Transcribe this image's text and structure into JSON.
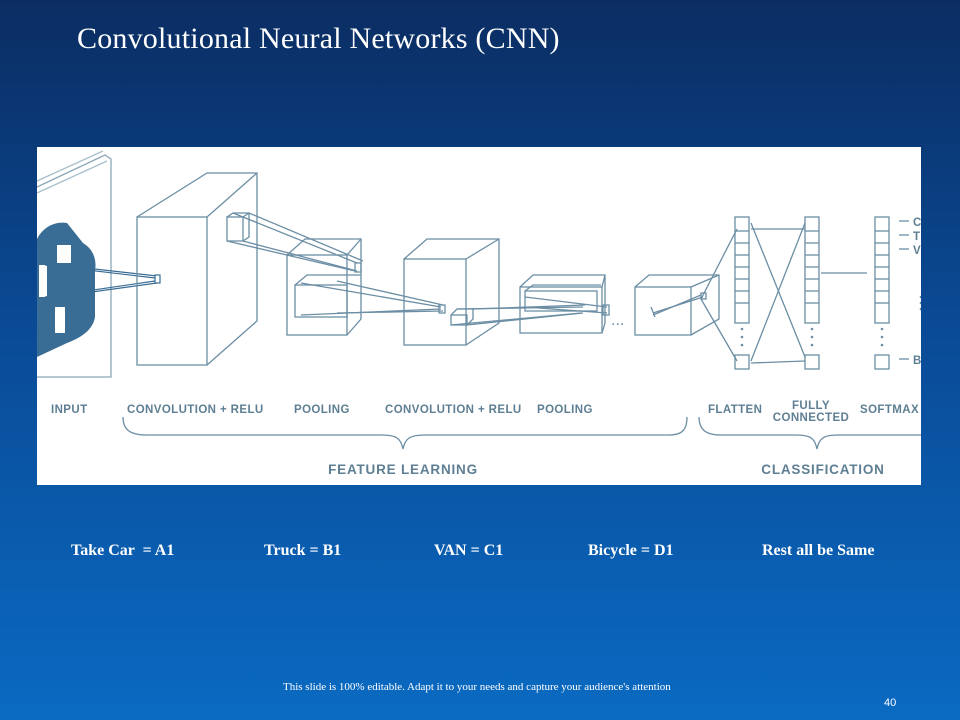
{
  "slide": {
    "title": "Convolutional Neural Networks (CNN)",
    "footer_note": "This slide is 100% editable. Adapt it to your needs and capture your audience's attention",
    "page_number": "40"
  },
  "diagram": {
    "stage_labels": {
      "input": "INPUT",
      "conv1": "CONVOLUTION + RELU",
      "pool1": "POOLING",
      "conv2": "CONVOLUTION + RELU",
      "pool2": "POOLING",
      "flatten": "FLATTEN",
      "fully_line1": "FULLY",
      "fully_line2": "CONNECTED",
      "softmax": "SOFTMAX"
    },
    "group_labels": {
      "feature_learning": "FEATURE LEARNING",
      "classification": "CLASSIFICATION"
    },
    "output_labels": [
      "C",
      "T",
      "V",
      "B"
    ],
    "colors": {
      "line": "#5e7f93",
      "car": "#3a6d95"
    }
  },
  "legend": [
    "Take Car  = A1",
    "Truck = B1",
    "VAN = C1",
    "Bicycle = D1",
    "Rest all be Same"
  ]
}
